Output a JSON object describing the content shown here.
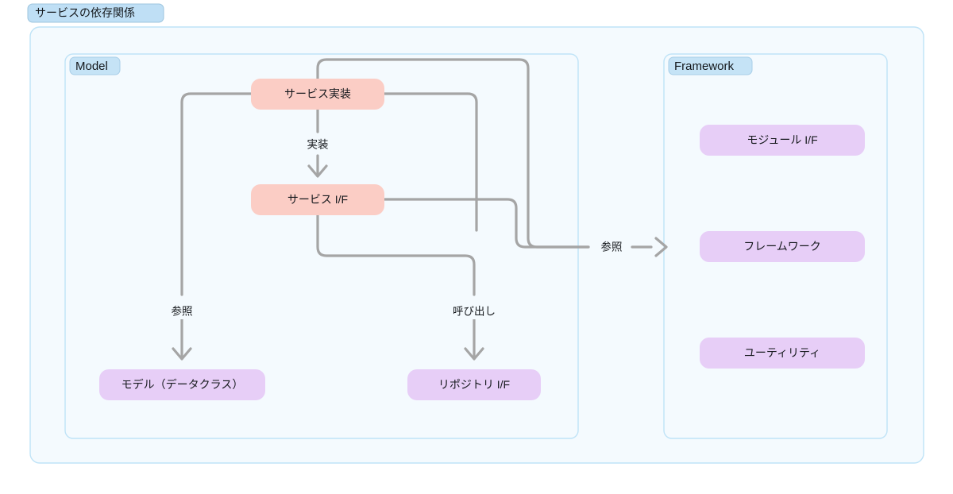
{
  "diagram": {
    "title": "サービスの依存関係",
    "background": "#ffffff",
    "cluster_fill": "#f4fafe",
    "cluster_stroke": "#bfe3f7",
    "cluster_label_fill": "#c5e3f6",
    "title_fill": "#bfdff5",
    "node_pink": "#fbcdc5",
    "node_purple": "#e7cef7",
    "edge_color": "#a5a5a5"
  },
  "clusters": [
    {
      "id": "model",
      "label": "Model"
    },
    {
      "id": "framework",
      "label": "Framework"
    }
  ],
  "nodes": [
    {
      "id": "service-impl",
      "label": "サービス実装",
      "kind": "pink",
      "cluster": "model"
    },
    {
      "id": "service-if",
      "label": "サービス I/F",
      "kind": "pink",
      "cluster": "model"
    },
    {
      "id": "model-dataclass",
      "label": "モデル（データクラス）",
      "kind": "purple",
      "cluster": "model"
    },
    {
      "id": "repository-if",
      "label": "リポジトリ I/F",
      "kind": "purple",
      "cluster": "model"
    },
    {
      "id": "module-if",
      "label": "モジュール I/F",
      "kind": "purple",
      "cluster": "framework"
    },
    {
      "id": "framework-node",
      "label": "フレームワーク",
      "kind": "purple",
      "cluster": "framework"
    },
    {
      "id": "utility",
      "label": "ユーティリティ",
      "kind": "purple",
      "cluster": "framework"
    }
  ],
  "edges": [
    {
      "id": "impl-to-if",
      "from": "service-impl",
      "to": "service-if",
      "label": "実装"
    },
    {
      "id": "impl-to-model",
      "from": "service-impl",
      "to": "model-dataclass",
      "label": "参照"
    },
    {
      "id": "if-to-repo",
      "from": "service-if",
      "to": "repository-if",
      "label": "呼び出し"
    },
    {
      "id": "model-to-framework",
      "from": "model",
      "to": "framework",
      "label": "参照"
    }
  ]
}
